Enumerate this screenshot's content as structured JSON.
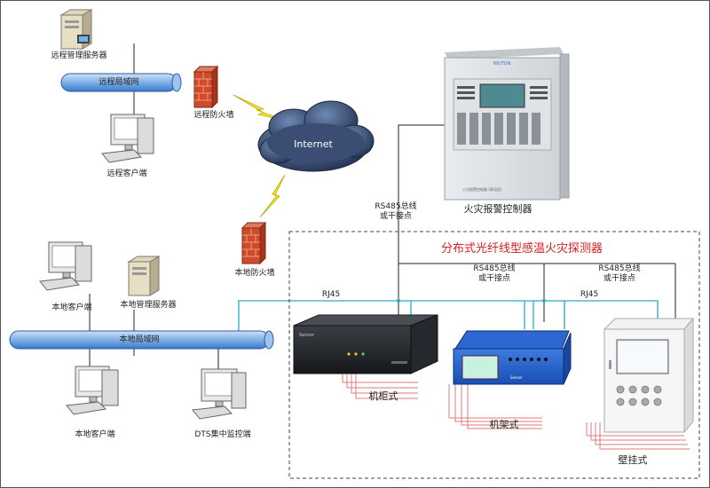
{
  "labels": {
    "remote_mgmt_server": "远程管理服务器",
    "remote_lan": "远程局域网",
    "remote_client": "远程客户端",
    "remote_firewall": "远程防火墙",
    "internet": "Internet",
    "local_firewall": "本地防火墙",
    "local_client_top": "本地客户端",
    "local_mgmt_server": "本地管理服务器",
    "local_lan": "本地局域网",
    "local_client_bottom": "本地客户端",
    "dts_monitor": "DTS集中监控端",
    "fire_controller": "火灾报警控制器",
    "rs485_left_line1": "RS485总线",
    "rs485_left_line2": "或干接点",
    "rs485_mid_line1": "RS485总线",
    "rs485_mid_line2": "或干接点",
    "rs485_right_line1": "RS485总线",
    "rs485_right_line2": "或干接点",
    "rj45_left": "RJ45",
    "rj45_right": "RJ45",
    "dts_group_title": "分布式光纤线型感温火灾探测器",
    "cabinet_type": "机柜式",
    "rack_type": "机架式",
    "wall_type": "壁挂式"
  },
  "colors": {
    "title_red": "#d81e1e",
    "network_cyan": "#2aa9c6",
    "lan_bar": "#3a78c8",
    "fiber_red": "#e07b7b",
    "panel_blue": "#1f5fcf",
    "cloud_dark": "#2f3e5c",
    "firewall_red": "#d24a2a",
    "lightning_yellow": "#f4ea1d"
  },
  "icons": [
    "server-icon",
    "computer-icon",
    "firewall-icon",
    "cloud-icon",
    "lightning-icon",
    "fire-alarm-panel-icon",
    "cabinet-device-icon",
    "rack-device-icon",
    "wall-mount-device-icon"
  ]
}
